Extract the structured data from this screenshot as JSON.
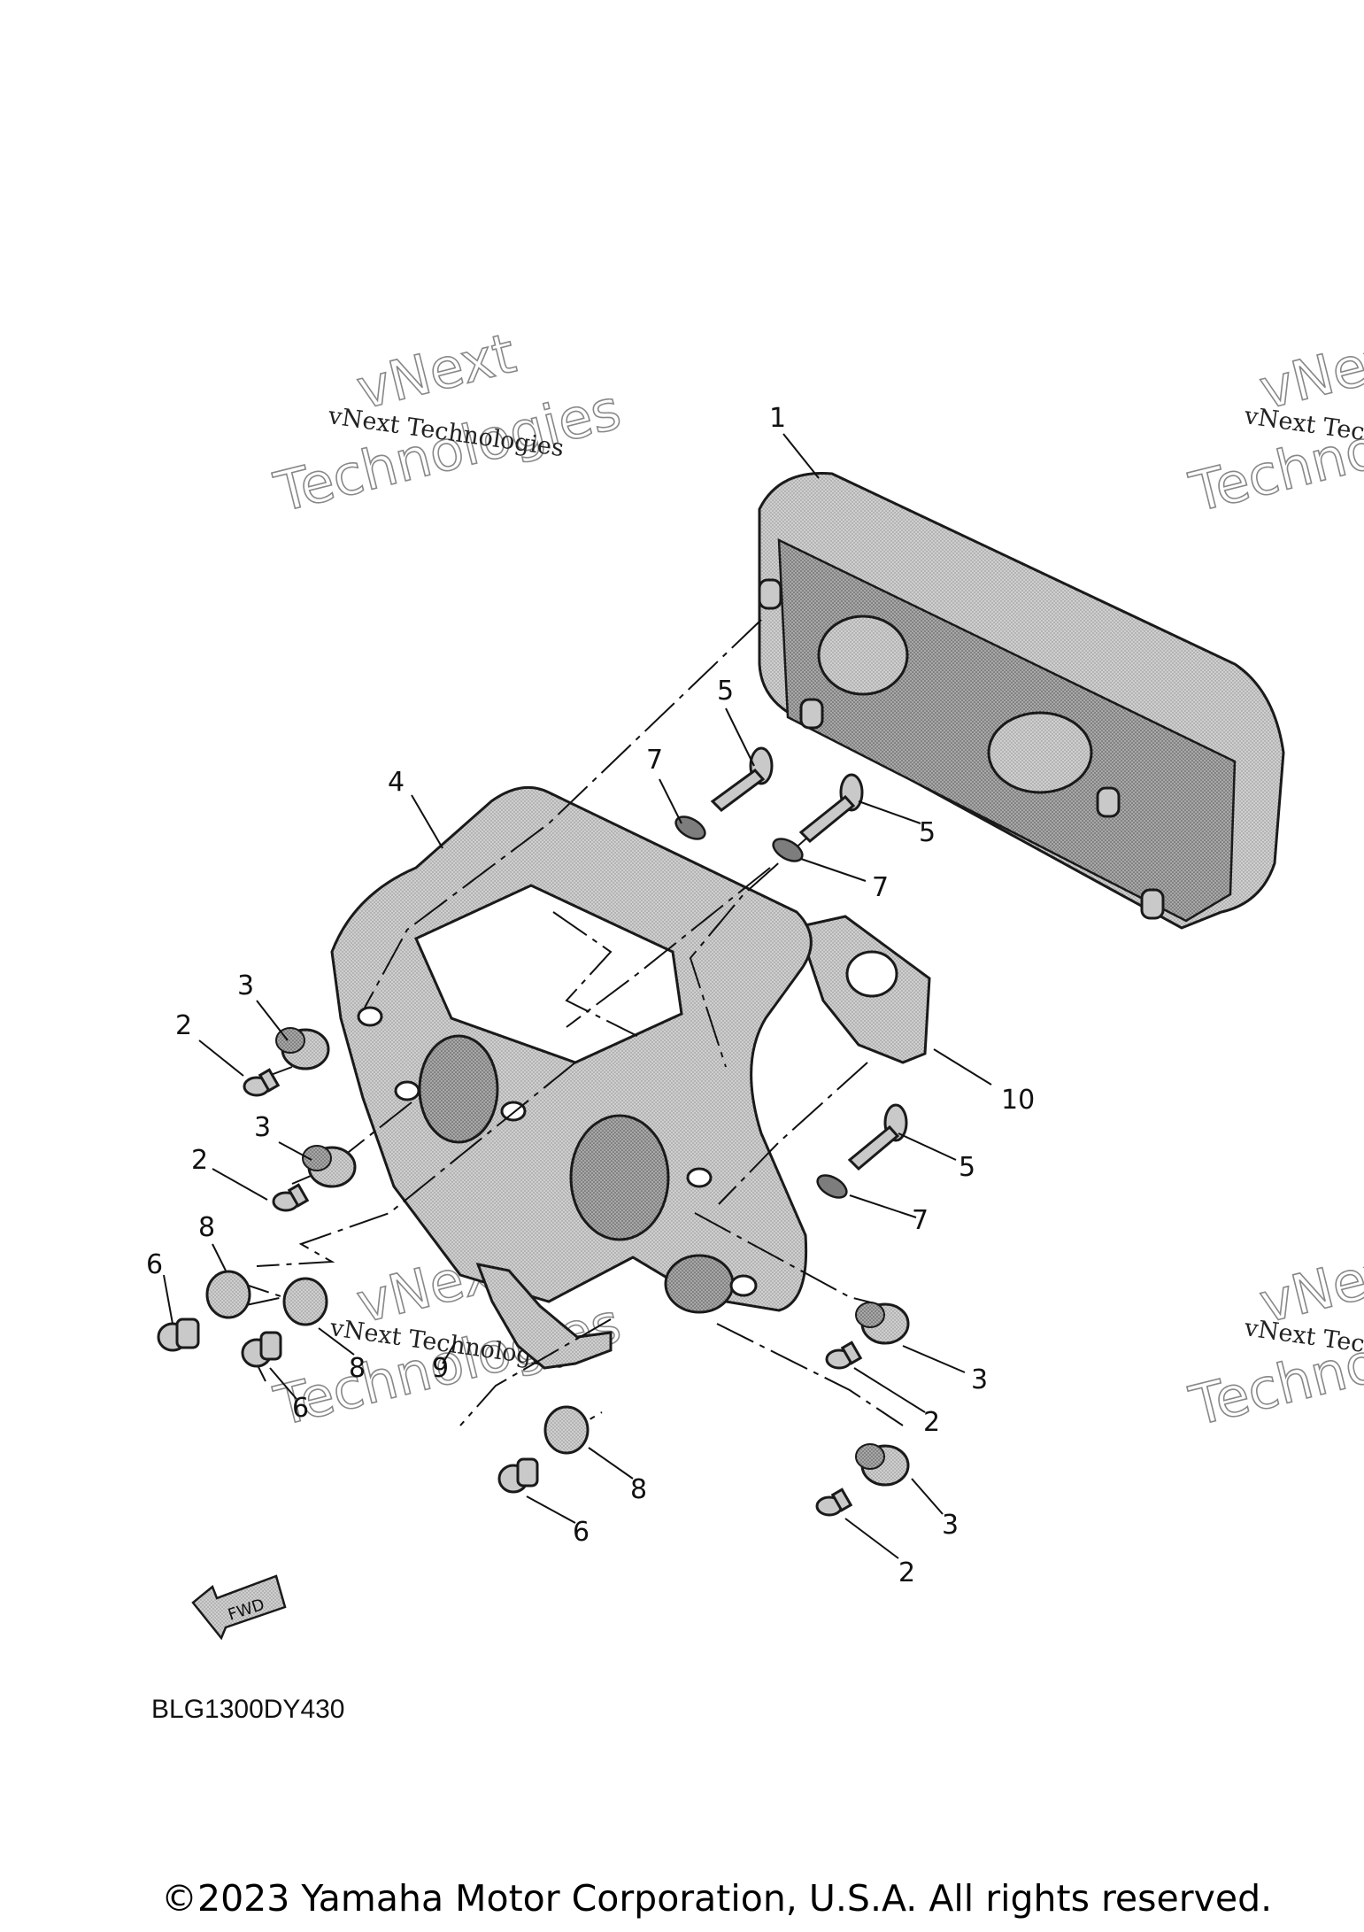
{
  "diagram_code": "BLG1300DY430",
  "copyright": "©2023 Yamaha Motor Corporation, U.S.A. All rights reserved.",
  "watermark": {
    "small": "vNext Technologies",
    "large_line1": "vNext",
    "large_line2": "Technologies"
  },
  "fwd_label": "FWD",
  "callouts": {
    "c1": "1",
    "c2a": "2",
    "c2b": "2",
    "c2c": "2",
    "c2d": "2",
    "c3a": "3",
    "c3b": "3",
    "c3c": "3",
    "c3d": "3",
    "c4": "4",
    "c5a": "5",
    "c5b": "5",
    "c5c": "5",
    "c6a": "6",
    "c6b": "6",
    "c6c": "6",
    "c7a": "7",
    "c7b": "7",
    "c7c": "7",
    "c8a": "8",
    "c8b": "8",
    "c8c": "8",
    "c9": "9",
    "c10": "10"
  }
}
